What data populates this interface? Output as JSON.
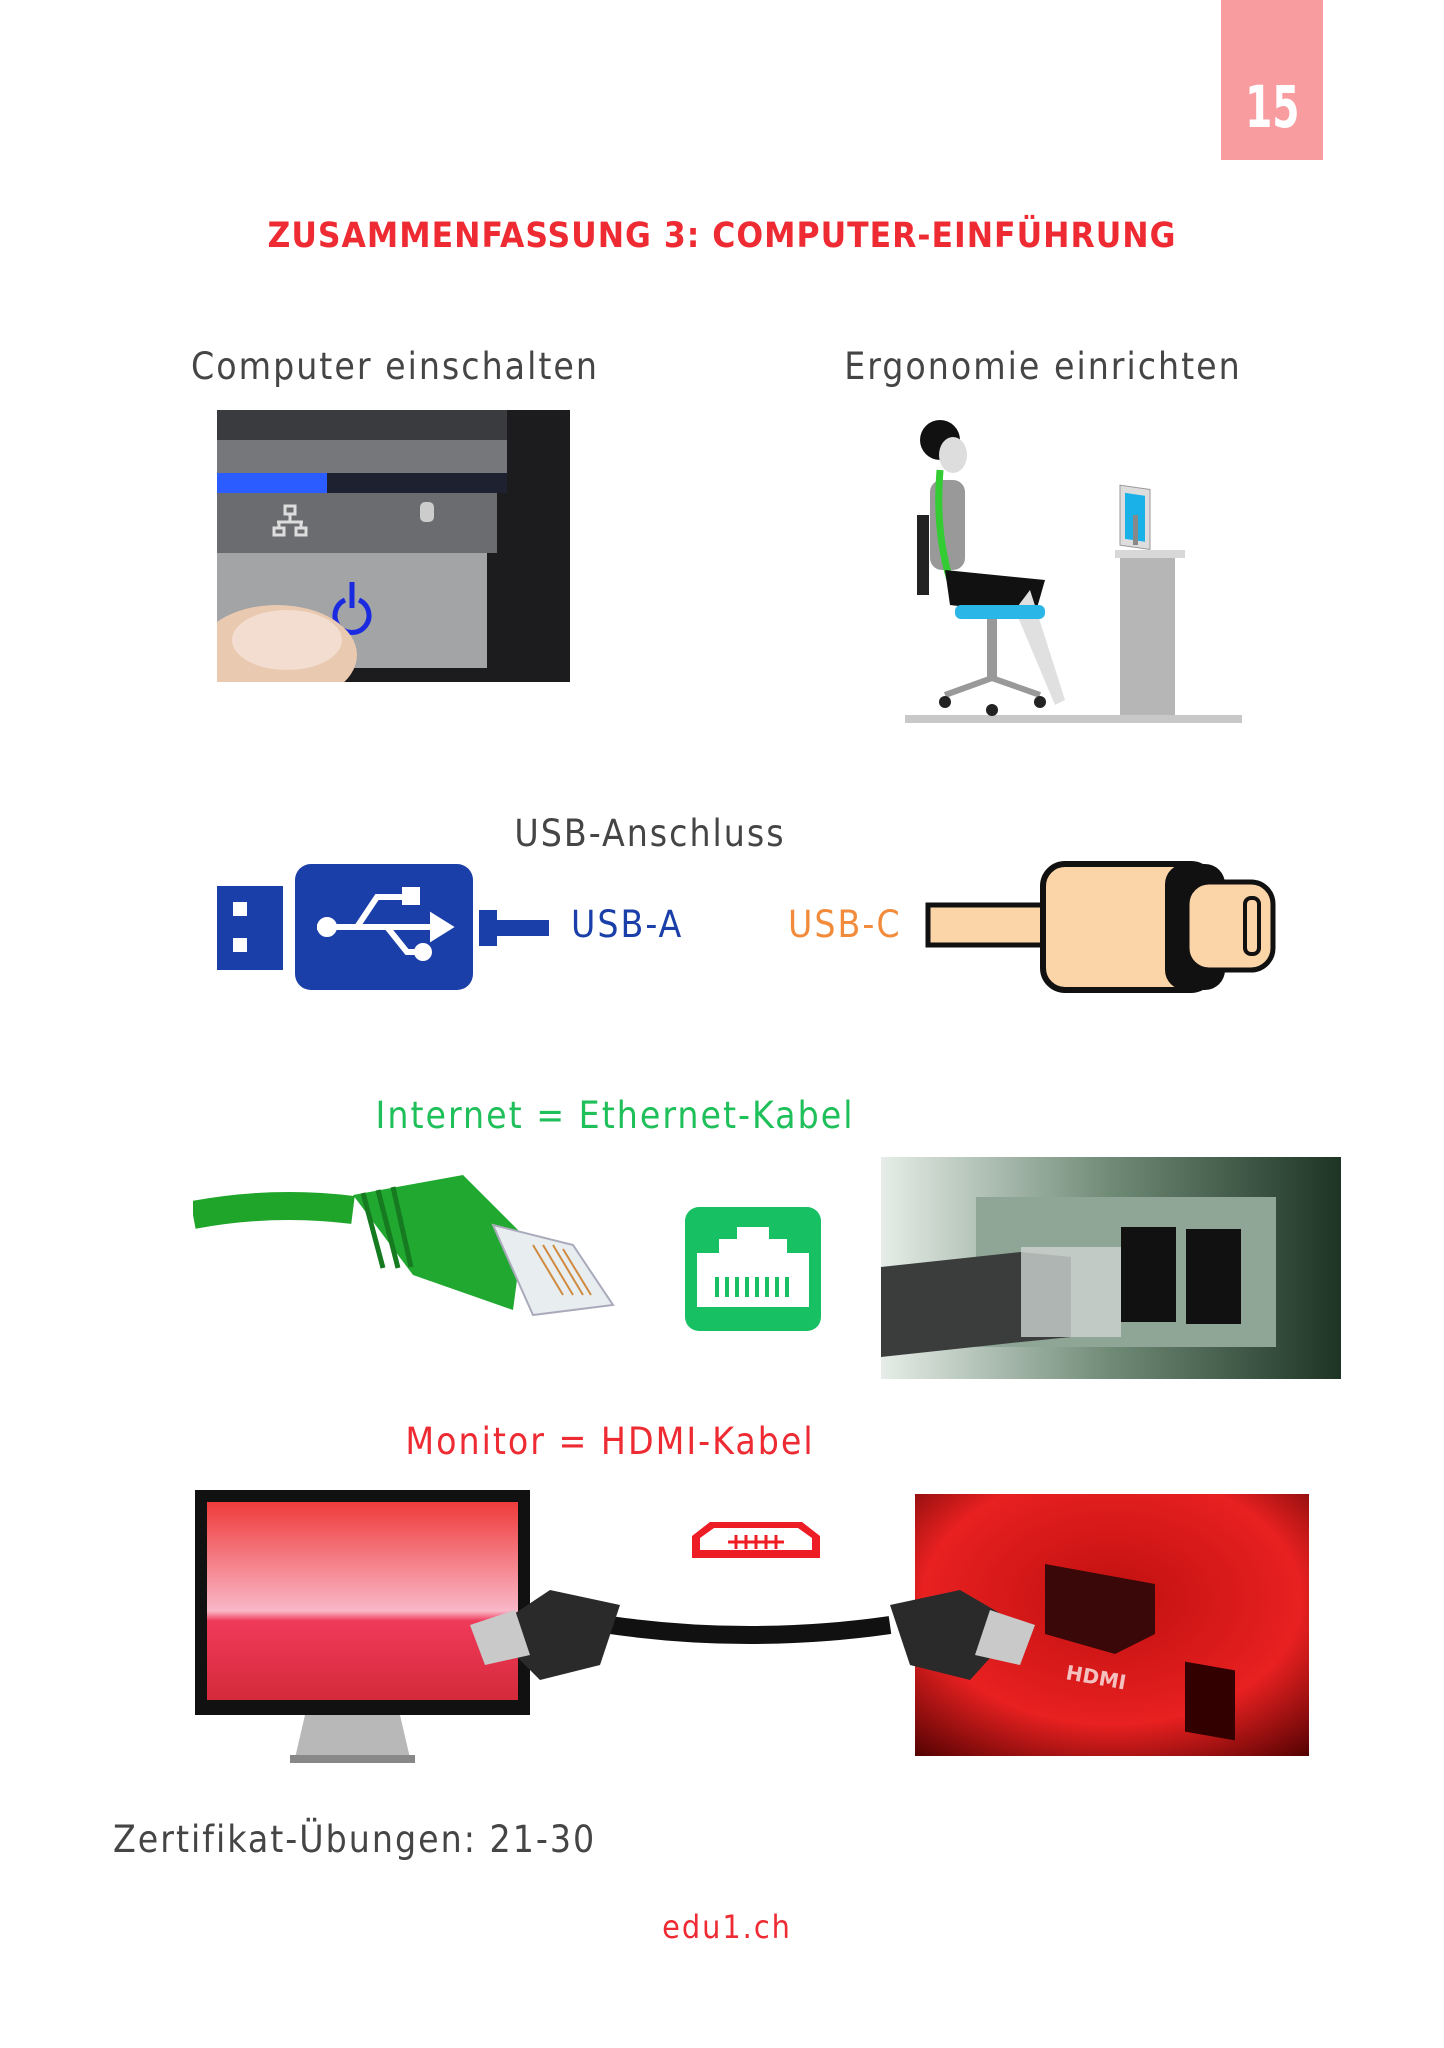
{
  "page_number": "15",
  "title": "ZUSAMMENFASSUNG 3: COMPUTER-EINFÜHRUNG",
  "sections": {
    "power": {
      "label": "Computer einschalten"
    },
    "ergonomics": {
      "label": "Ergonomie einrichten"
    },
    "usb": {
      "label": "USB-Anschluss",
      "usb_a": "USB-A",
      "usb_c": "USB-C"
    },
    "ethernet": {
      "label": "Internet = Ethernet-Kabel"
    },
    "hdmi": {
      "label": "Monitor = HDMI-Kabel",
      "port_text": "HDMI"
    }
  },
  "exercises": "Zertifikat-Übungen: 21-30",
  "footer": "edu1.ch",
  "colors": {
    "red": "#ee2b32",
    "pink": "#f99ca0",
    "blue": "#1a3fa8",
    "orange": "#f28c3c",
    "green": "#1fbf5a",
    "text": "#454545"
  }
}
